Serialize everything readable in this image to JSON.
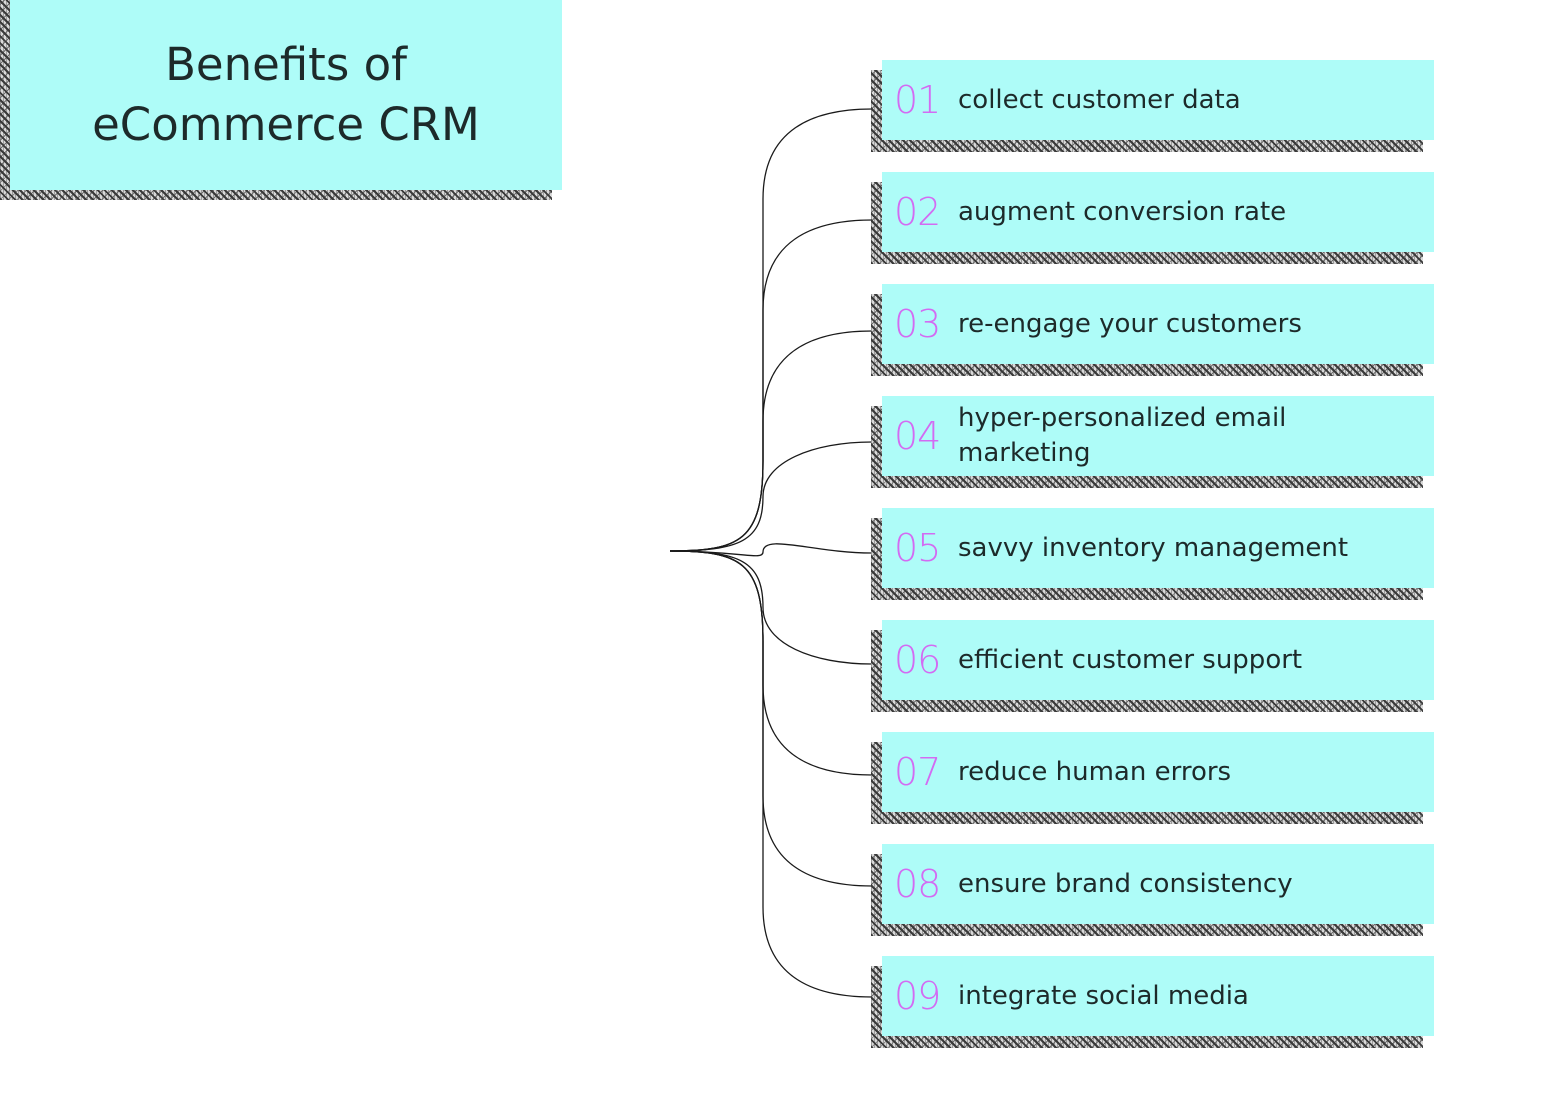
{
  "title": "Benefits of eCommerce CRM",
  "benefits": [
    {
      "number": "01",
      "label": "collect customer data"
    },
    {
      "number": "02",
      "label": "augment conversion rate"
    },
    {
      "number": "03",
      "label": "re-engage your customers"
    },
    {
      "number": "04",
      "label": "hyper-personalized email marketing"
    },
    {
      "number": "05",
      "label": "savvy inventory management"
    },
    {
      "number": "06",
      "label": "efficient customer support"
    },
    {
      "number": "07",
      "label": "reduce human errors"
    },
    {
      "number": "08",
      "label": "ensure brand consistency"
    },
    {
      "number": "09",
      "label": "integrate social media"
    }
  ],
  "colors": {
    "box_fill": "#aefcf8",
    "number_accent": "#d36bf2",
    "text": "#1d2a2a",
    "connector": "#1a1a1a"
  }
}
